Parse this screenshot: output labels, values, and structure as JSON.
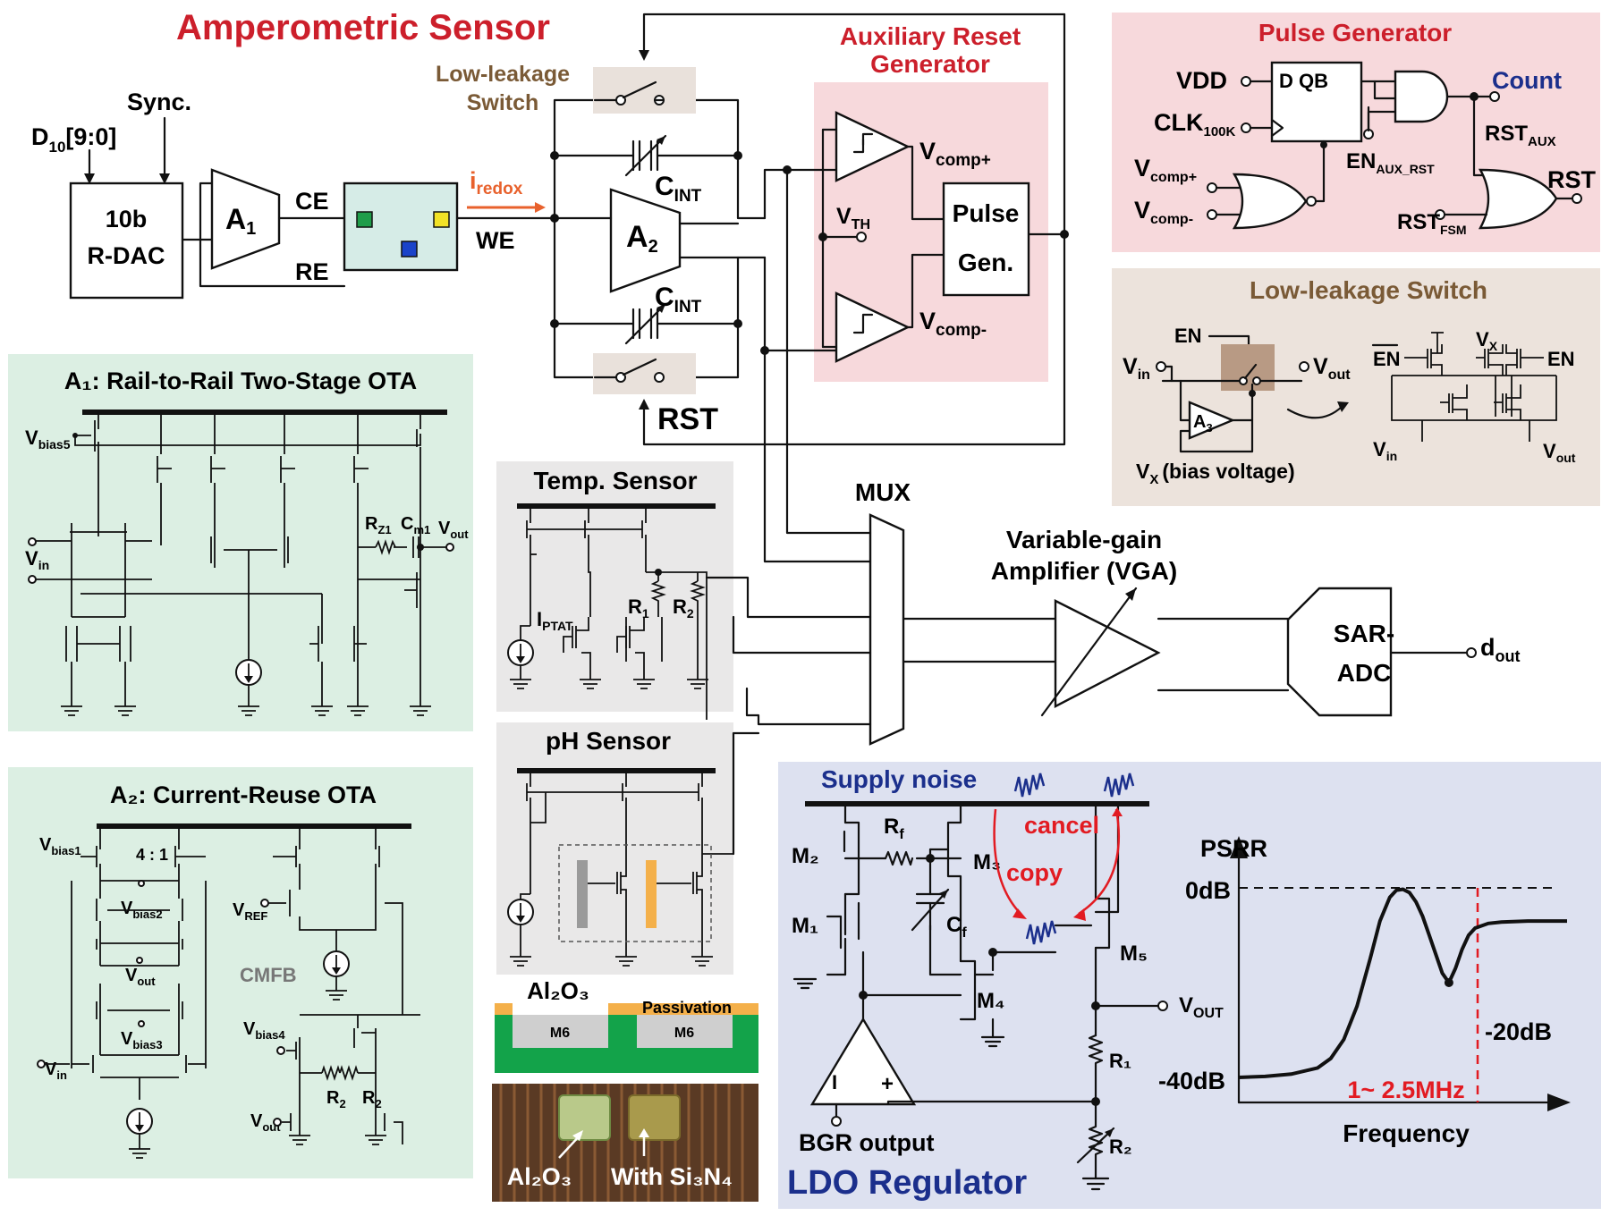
{
  "title": "Amperometric Sensor",
  "colors": {
    "title_red": "#cc1f2b",
    "switch_brown": "#7a5a36",
    "ldo_blue": "#1b2f8c",
    "panel_green": "#dcefe3",
    "panel_pink": "#f7d9dc",
    "panel_tan": "#ece3dc",
    "panel_gray": "#e9e8e8",
    "panel_lavender": "#dde1f0",
    "redox_orange": "#e8612c",
    "al2o3_orange": "#f4b04a",
    "passivation_green": "#13a34a",
    "metal_gray": "#cfcfcf"
  },
  "icons": [
    "ground-icon",
    "current-source-icon",
    "switch-icon",
    "capacitor-icon",
    "resistor-icon",
    "comparator-icon",
    "mosfet-icon",
    "noise-icon"
  ],
  "amperometric": {
    "dac_input": "D",
    "dac_input_sub": "10",
    "dac_input_bits": "[9:0]",
    "sync": "Sync.",
    "rdac_line1": "10b",
    "rdac_line2": "R-DAC",
    "a1": "A",
    "a1_sub": "1",
    "ce": "CE",
    "re": "RE",
    "we": "WE",
    "iredox": "i",
    "iredox_sub": "redox",
    "a2": "A",
    "a2_sub": "2",
    "cint": "C",
    "cint_sub": "INT",
    "lls_line1": "Low-leakage",
    "lls_line2": "Switch",
    "rst": "RST"
  },
  "aux_reset": {
    "title_line1": "Auxiliary Reset",
    "title_line2": "Generator",
    "vcomp_plus": "V",
    "vcomp_plus_sub": "comp+",
    "vcomp_minus": "V",
    "vcomp_minus_sub": "comp-",
    "vth": "V",
    "vth_sub": "TH",
    "pulse_line1": "Pulse",
    "pulse_line2": "Gen."
  },
  "pulse_generator": {
    "title": "Pulse Generator",
    "vdd": "VDD",
    "clk": "CLK",
    "clk_sub": "100K",
    "dff": "D QB",
    "count": "Count",
    "en": "EN",
    "en_sub": "AUX_RST",
    "rst_aux": "RST",
    "rst_aux_sub": "AUX",
    "vcomp_plus": "V",
    "vcomp_plus_sub": "comp+",
    "vcomp_minus": "V",
    "vcomp_minus_sub": "comp-",
    "rst_fsm": "RST",
    "rst_fsm_sub": "FSM",
    "rst_out": "RST"
  },
  "low_leakage_switch": {
    "title": "Low-leakage Switch",
    "en": "EN",
    "vin": "V",
    "vin_sub": "in",
    "vout": "V",
    "vout_sub": "out",
    "a3": "A",
    "a3_sub": "3",
    "vx_bias": "(bias voltage)",
    "vx": "V",
    "vx_sub": "X",
    "en_bar": "EN",
    "en_right": "EN"
  },
  "a1_ota": {
    "title": "A₁: Rail-to-Rail Two-Stage OTA",
    "vbias5": "V",
    "vbias5_sub": "bias5",
    "vin": "V",
    "vin_sub": "in",
    "rz1": "R",
    "rz1_sub": "Z1",
    "cm1": "C",
    "cm1_sub": "m1",
    "vout": "V",
    "vout_sub": "out"
  },
  "a2_ota": {
    "title": "A₂: Current-Reuse OTA",
    "vbias1": "V",
    "vbias1_sub": "bias1",
    "ratio": "4 : 1",
    "vbias2": "V",
    "vbias2_sub": "bias2",
    "vout_mid": "V",
    "vout_mid_sub": "out",
    "vbias3": "V",
    "vbias3_sub": "bias3",
    "vin": "V",
    "vin_sub": "in",
    "vref": "V",
    "vref_sub": "REF",
    "cmfb": "CMFB",
    "vbias4": "V",
    "vbias4_sub": "bias4",
    "r2a": "R",
    "r2a_sub": "2",
    "r2b": "R",
    "r2b_sub": "2",
    "vout": "V",
    "vout_sub": "out"
  },
  "temp_sensor": {
    "title": "Temp. Sensor",
    "iptat": "I",
    "iptat_sub": "PTAT",
    "r1": "R",
    "r1_sub": "1",
    "r2": "R",
    "r2_sub": "2"
  },
  "ph_sensor": {
    "title": "pH Sensor",
    "al2o3": "Al₂O₃",
    "passivation": "Passivation",
    "m6_left": "M6",
    "m6_right": "M6",
    "photo_label_left": "Al₂O₃",
    "photo_label_right": "With Si₃N₄"
  },
  "signal_chain": {
    "mux": "MUX",
    "vga_line1": "Variable-gain",
    "vga_line2": "Amplifier (VGA)",
    "sar_line1": "SAR-",
    "sar_line2": "ADC",
    "dout": "d",
    "dout_sub": "out"
  },
  "ldo": {
    "title": "LDO Regulator",
    "supply_noise": "Supply noise",
    "cancel": "cancel",
    "copy": "copy",
    "m1": "M₁",
    "m2": "M₂",
    "m3": "M₃",
    "m4": "M₄",
    "m5": "M₅",
    "rf": "R",
    "rf_sub": "f",
    "cf": "C",
    "cf_sub": "f",
    "vout": "V",
    "vout_sub": "OUT",
    "r1": "R₁",
    "r2": "R₂",
    "bgr": "BGR output",
    "minus": "I",
    "plus": "+"
  },
  "chart_data": {
    "type": "line",
    "ylabel": "PSRR",
    "xlabel": "Frequency",
    "y_ticks": [
      "0dB",
      "-40dB"
    ],
    "annotations": [
      "-20dB",
      "1~ 2.5MHz"
    ],
    "reference_level": "0dB",
    "notch_level": "-20dB",
    "series": [
      {
        "x": [
          0,
          0.08,
          0.16,
          0.24,
          0.28,
          0.32,
          0.36,
          0.4,
          0.43,
          0.46,
          0.48,
          0.5,
          0.52,
          0.54,
          0.56,
          0.58,
          0.6,
          0.62,
          0.64,
          0.66,
          0.68,
          0.7,
          0.72,
          0.76,
          0.8,
          0.88,
          1.0
        ],
        "y": [
          -40,
          -39.8,
          -39.3,
          -38,
          -36,
          -32,
          -25,
          -15,
          -7,
          -2,
          -0.5,
          -0.3,
          -1,
          -3,
          -6,
          -10,
          -14,
          -18,
          -20,
          -17,
          -13,
          -10,
          -8.5,
          -7.5,
          -7.2,
          -7,
          -7
        ]
      }
    ]
  }
}
